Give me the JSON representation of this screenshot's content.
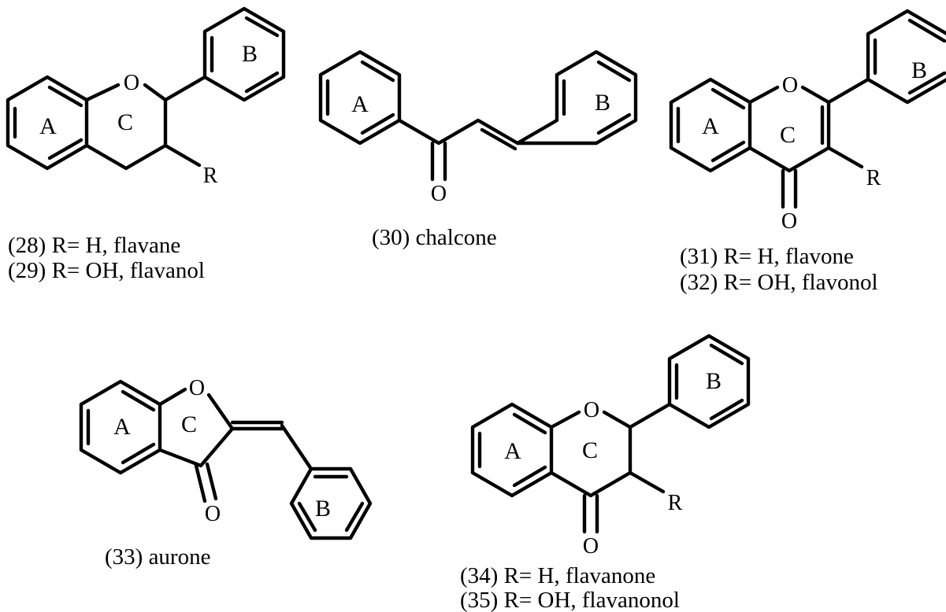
{
  "structures": {
    "flavane": {
      "atoms": {
        "o": "O",
        "r": "R"
      },
      "rings": {
        "a": "A",
        "b": "B",
        "c": "C"
      },
      "captions": [
        "(28) R= H, flavane",
        "(29) R= OH, flavanol"
      ]
    },
    "chalcone": {
      "atoms": {
        "o": "O"
      },
      "rings": {
        "a": "A",
        "b": "B"
      },
      "captions": [
        "(30) chalcone"
      ]
    },
    "flavone": {
      "atoms": {
        "o_ring": "O",
        "o_keto": "O",
        "r": "R"
      },
      "rings": {
        "a": "A",
        "b": "B",
        "c": "C"
      },
      "captions": [
        "(31) R= H, flavone",
        "(32) R= OH, flavonol"
      ]
    },
    "aurone": {
      "atoms": {
        "o_ring": "O",
        "o_keto": "O"
      },
      "rings": {
        "a": "A",
        "b": "B",
        "c": "C"
      },
      "captions": [
        "(33) aurone"
      ]
    },
    "flavanone": {
      "atoms": {
        "o_ring": "O",
        "o_keto": "O",
        "r": "R"
      },
      "rings": {
        "a": "A",
        "b": "B",
        "c": "C"
      },
      "captions": [
        "(34) R= H, flavanone",
        "(35) R= OH, flavanonol"
      ]
    }
  }
}
